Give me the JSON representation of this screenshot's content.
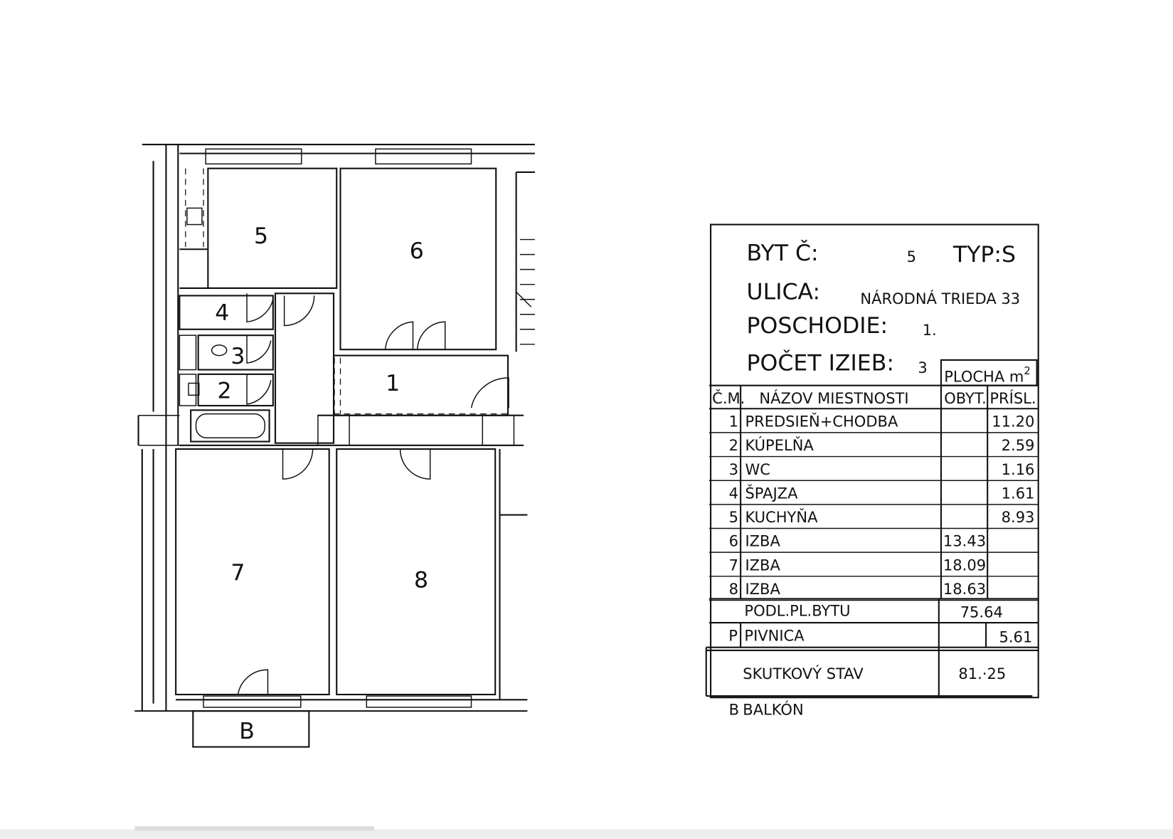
{
  "plan": {
    "room_labels": [
      "1",
      "2",
      "3",
      "4",
      "5",
      "6",
      "7",
      "8",
      "B"
    ]
  },
  "info": {
    "byt_label": "BYT Č:",
    "byt_value": "5",
    "typ": "TYP:S",
    "ulica_label": "ULICA:",
    "ulica_value": "NÁRODNÁ TRIEDA 33",
    "poschodie_label": "POSCHODIE:",
    "poschodie_value": "1.",
    "pocet_label": "POČET IZIEB:",
    "pocet_value": "3"
  },
  "table": {
    "plocha_header": "PLOCHA m",
    "plocha_sup": "2",
    "col_cm": "Č.M.",
    "col_name": "NÁZOV MIESTNOSTI",
    "col_obyt": "OBYT.",
    "col_prisl": "PRÍSL.",
    "rows": [
      {
        "cm": "1",
        "name": "PREDSIEŇ+CHODBA",
        "obyt": "",
        "prisl": "11.20"
      },
      {
        "cm": "2",
        "name": "KÚPELŇA",
        "obyt": "",
        "prisl": "2.59"
      },
      {
        "cm": "3",
        "name": "WC",
        "obyt": "",
        "prisl": "1.16"
      },
      {
        "cm": "4",
        "name": "ŠPAJZA",
        "obyt": "",
        "prisl": "1.61"
      },
      {
        "cm": "5",
        "name": "KUCHYŇA",
        "obyt": "",
        "prisl": "8.93"
      },
      {
        "cm": "6",
        "name": "IZBA",
        "obyt": "13.43",
        "prisl": ""
      },
      {
        "cm": "7",
        "name": "IZBA",
        "obyt": "18.09",
        "prisl": ""
      },
      {
        "cm": "8",
        "name": "IZBA",
        "obyt": "18.63",
        "prisl": ""
      }
    ],
    "podl_label": "PODL.PL.BYTU",
    "podl_value": "75.64",
    "pivnica_cm": "P",
    "pivnica_label": "PIVNICA",
    "pivnica_value": "5.61",
    "skutkovy_label": "SKUTKOVÝ STAV",
    "skutkovy_value": "81.·25",
    "balkon_cm": "B",
    "balkon_label": "BALKÓN"
  }
}
